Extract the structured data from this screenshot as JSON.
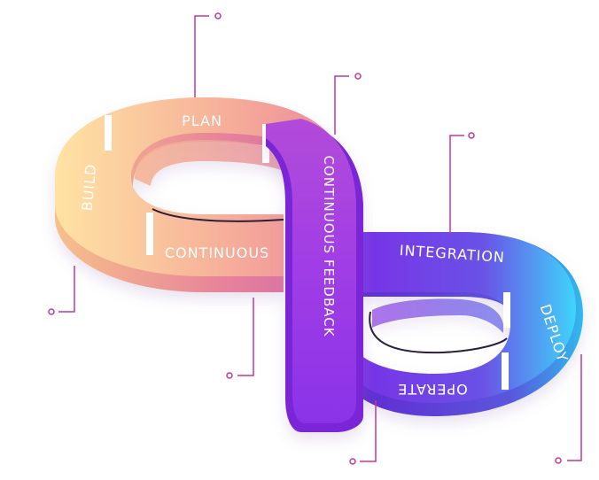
{
  "diagram": {
    "segments": {
      "plan": "PLAN",
      "build": "BUILD",
      "continuous": "CONTINUOUS",
      "continuous_feedback": "CONTINUOUS FEEDBACK",
      "integration": "INTEGRATION",
      "deploy": "DEPLOY",
      "operate": "OPERATE"
    },
    "colors": {
      "warm_light": "#ffe0a0",
      "warm_mid": "#f4a38f",
      "warm_dark": "#e67fa3",
      "purple": "#9b3be4",
      "violet": "#6b48e3",
      "cyan": "#2ee6ff",
      "callout": "#c2399a"
    }
  }
}
